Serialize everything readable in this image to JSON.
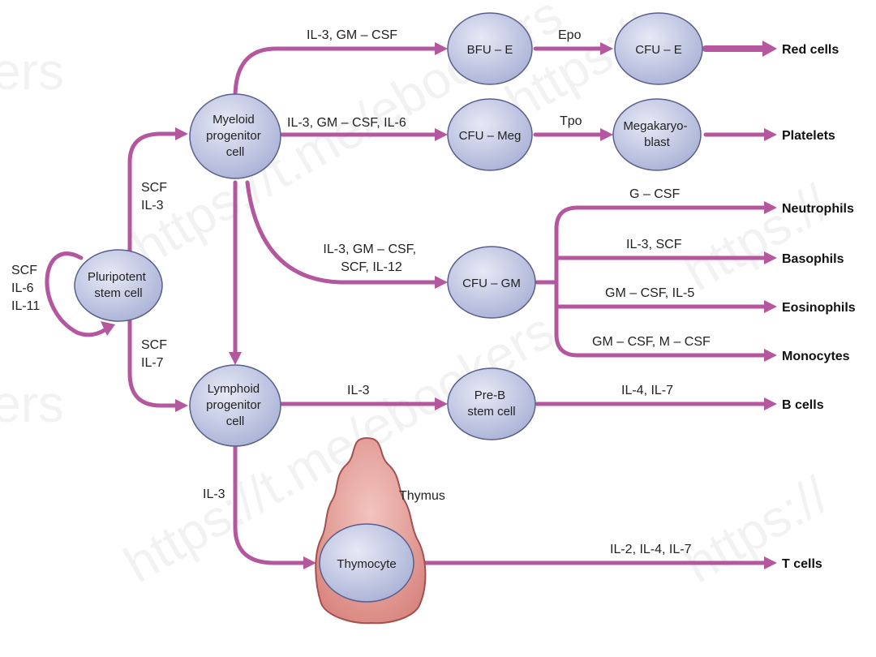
{
  "watermarks": [
    "ers",
    "https://t.me/ebookers",
    "https://t.me/ebookers",
    "ers",
    "https://",
    "https://",
    "https://"
  ],
  "nodes": {
    "pluripotent": "Pluripotent stem cell",
    "myeloid": "Myeloid progenitor cell",
    "lymphoid": "Lymphoid progenitor cell",
    "bfu_e": "BFU – E",
    "cfu_e": "CFU – E",
    "cfu_meg": "CFU – Meg",
    "megakaryoblast": "Megakaryo- blast",
    "cfu_gm": "CFU – GM",
    "pre_b": "Pre-B stem cell",
    "thymocyte": "Thymocyte",
    "thymus": "Thymus"
  },
  "factors": {
    "self_renewal": [
      "SCF",
      "IL-6",
      "IL-11"
    ],
    "to_myeloid": [
      "SCF",
      "IL-3"
    ],
    "to_lymphoid": [
      "SCF",
      "IL-7"
    ],
    "to_bfu_e": "IL-3, GM – CSF",
    "epo": "Epo",
    "to_cfu_meg": "IL-3, GM – CSF, IL-6",
    "tpo": "Tpo",
    "to_cfu_gm": [
      "IL-3, GM – CSF,",
      "SCF, IL-12"
    ],
    "to_neutrophils": "G – CSF",
    "to_basophils": "IL-3, SCF",
    "to_eosinophils": "GM – CSF, IL-5",
    "to_monocytes": "GM – CSF, M – CSF",
    "to_pre_b": "IL-3",
    "to_b_cells": "IL-4, IL-7",
    "to_thymocyte": "IL-3",
    "to_t_cells": "IL-2, IL-4, IL-7"
  },
  "outputs": {
    "red_cells": "Red cells",
    "platelets": "Platelets",
    "neutrophils": "Neutrophils",
    "basophils": "Basophils",
    "eosinophils": "Eosinophils",
    "monocytes": "Monocytes",
    "b_cells": "B cells",
    "t_cells": "T cells"
  },
  "colors": {
    "path": "#b5579f",
    "cell_fill": "#c9cfe8",
    "cell_stroke": "#5a5f8c",
    "thymus_fill": "#e9a5a0"
  }
}
